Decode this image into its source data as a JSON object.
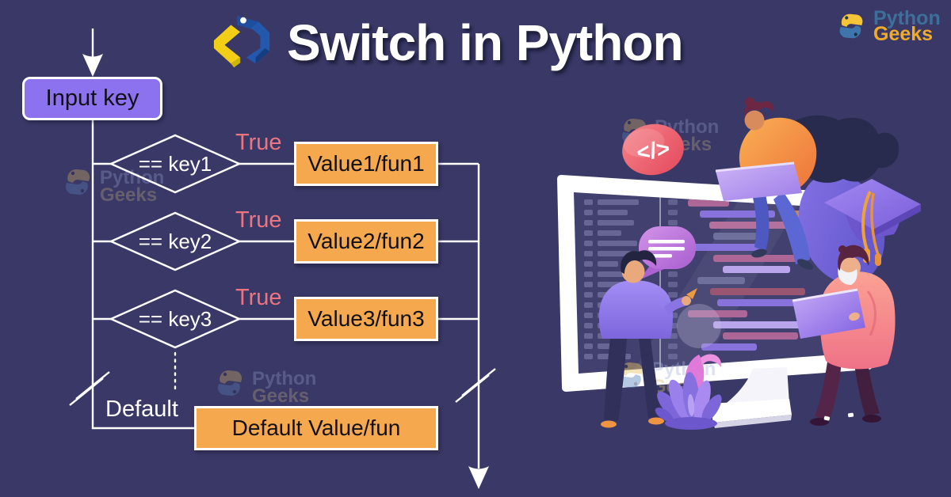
{
  "header": {
    "title": "Switch in Python"
  },
  "brand": {
    "line1": "Python",
    "line2": "Geeks"
  },
  "watermark": {
    "line1": "Python",
    "line2": "Geeks"
  },
  "flowchart": {
    "input_label": "Input key",
    "rows": [
      {
        "condition": "== key1",
        "branch": "True",
        "result": "Value1/fun1"
      },
      {
        "condition": "== key2",
        "branch": "True",
        "result": "Value2/fun2"
      },
      {
        "condition": "== key3",
        "branch": "True",
        "result": "Value3/fun3"
      }
    ],
    "default_label": "Default",
    "default_result": "Default Value/fun"
  },
  "illustration": {
    "code_badge": "</>"
  },
  "colors": {
    "background": "#3a3866",
    "input_box_purple": "#8d72ef",
    "result_box_orange": "#f5a84e",
    "true_pink": "#ee7580",
    "line_white": "#ffffff",
    "brand_blue": "#3c6f9a",
    "brand_yellow": "#f0ac28",
    "badge_pink": "#e4495c"
  }
}
